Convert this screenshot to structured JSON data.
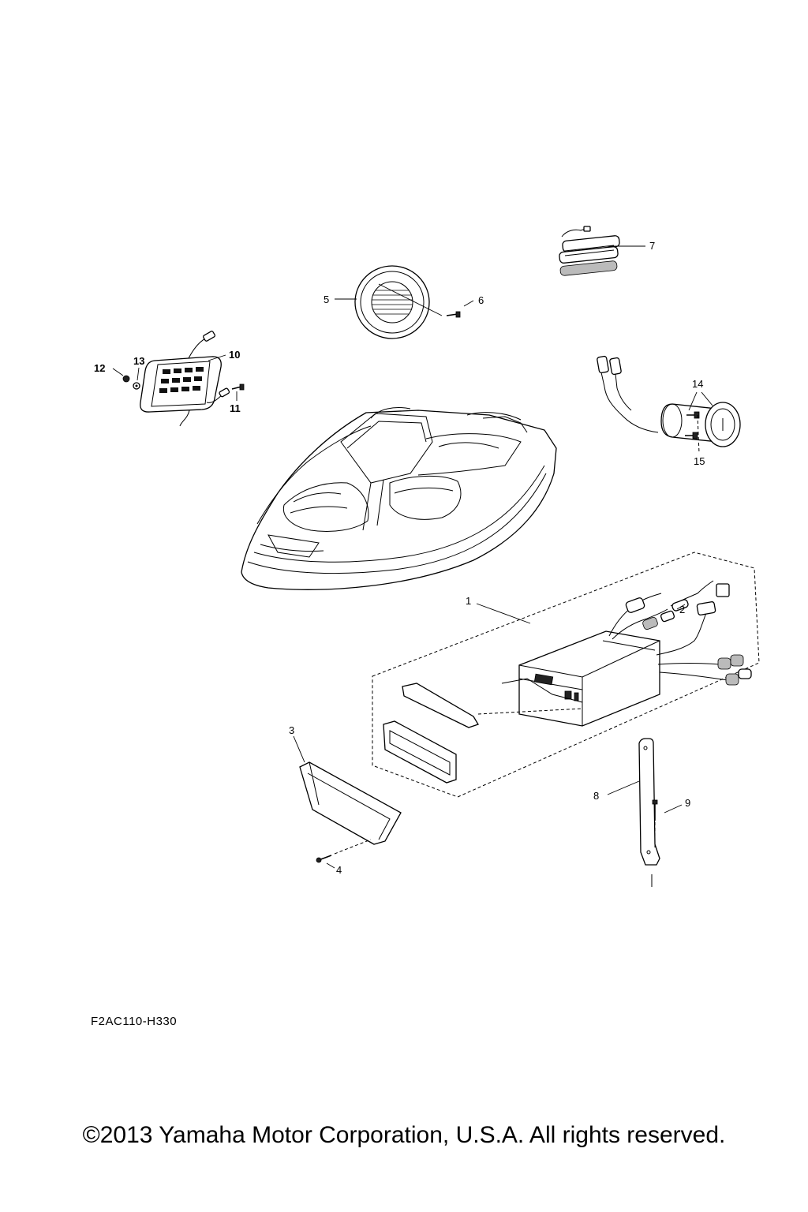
{
  "diagram": {
    "callouts": {
      "c1": "1",
      "c2": "2",
      "c3": "3",
      "c4": "4",
      "c5": "5",
      "c6": "6",
      "c7": "7",
      "c8": "8",
      "c9": "9",
      "c10": "10",
      "c11": "11",
      "c12": "12",
      "c13": "13",
      "c14": "14",
      "c15": "15"
    },
    "drawing_code": "F2AC110-H330",
    "copyright": "©2013 Yamaha Motor Corporation, U.S.A. All rights reserved."
  }
}
